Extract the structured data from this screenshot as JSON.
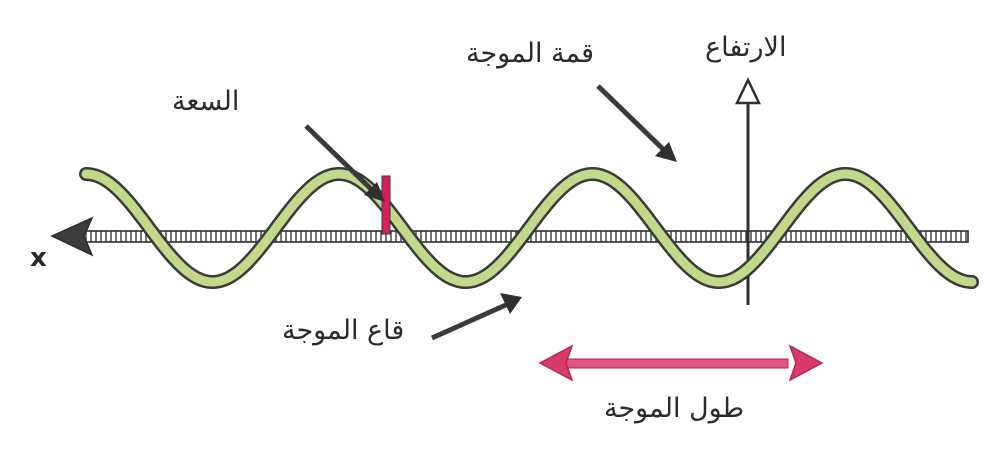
{
  "labels": {
    "amplitude": "السعة",
    "crest": "قمة الموجة",
    "height": "الارتفاع",
    "trough": "قاع الموجة",
    "wavelength": "طول الموجة",
    "x_axis": "x"
  },
  "colors": {
    "wave_fill": "#c3d98a",
    "wave_outline": "#3a3a3a",
    "axis": "#2f2f2f",
    "amplitude_marker": "#d6205e",
    "wavelength_arrow": "#d83a6a",
    "text": "#2b2b2b"
  },
  "wave": {
    "cycles_shown": 3.5
  }
}
